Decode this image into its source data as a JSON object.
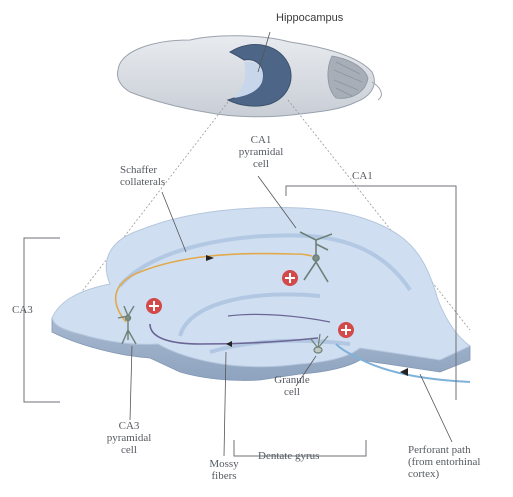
{
  "labels": {
    "hippocampus": "Hippocampus",
    "ca1_top": [
      "CA1",
      "pyramidal",
      "cell"
    ],
    "ca1_region": "CA1",
    "schaffer": [
      "Schaffer",
      "collaterals"
    ],
    "ca3_region": "CA3",
    "granule": [
      "Granule",
      "cell"
    ],
    "ca3_pyr": [
      "CA3",
      "pyramidal",
      "cell"
    ],
    "mossy": [
      "Mossy",
      "fibers"
    ],
    "dentate": "Dentate gyrus",
    "perforant": [
      "Perforant path",
      "(from entorhinal",
      "cortex)"
    ]
  },
  "colors": {
    "slice_fill": "#cdddf0",
    "slice_edge": "#a9bcd4",
    "schaffer_fiber": "#e2a94a",
    "mossy_fiber": "#6b6494",
    "perforant_fiber": "#7fb2d8",
    "excite_marker": "#d34a4a",
    "neuron": "#7f8f86"
  }
}
